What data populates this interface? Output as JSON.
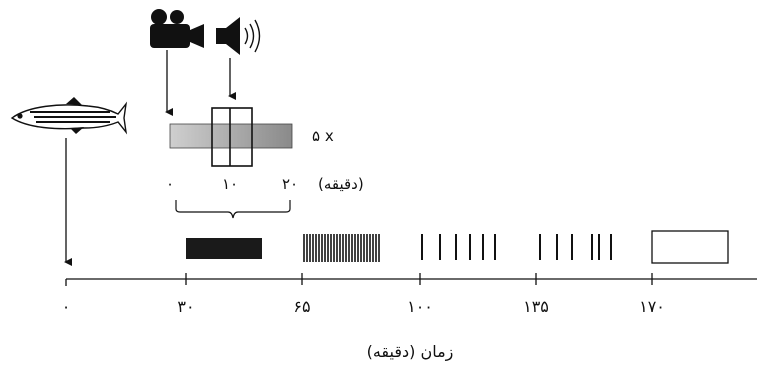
{
  "session": {
    "repeat_label": "۵ x",
    "unit_label": "(دقیقه)",
    "ticks": [
      "۰",
      "۱۰",
      "۲۰"
    ]
  },
  "timeline": {
    "ticks": [
      "۰",
      "۳۰",
      "۶۵",
      "۱۰۰",
      "۱۳۵",
      "۱۷۰"
    ],
    "axis_label": "زمان (دقیقه)"
  },
  "icons": {
    "fish": "zebrafish-icon",
    "camera": "video-camera-icon",
    "speaker": "speaker-icon"
  },
  "colors": {
    "bar_light": "#c4c4c4",
    "bar_dark": "#8a8a8a",
    "ink": "#111111"
  }
}
